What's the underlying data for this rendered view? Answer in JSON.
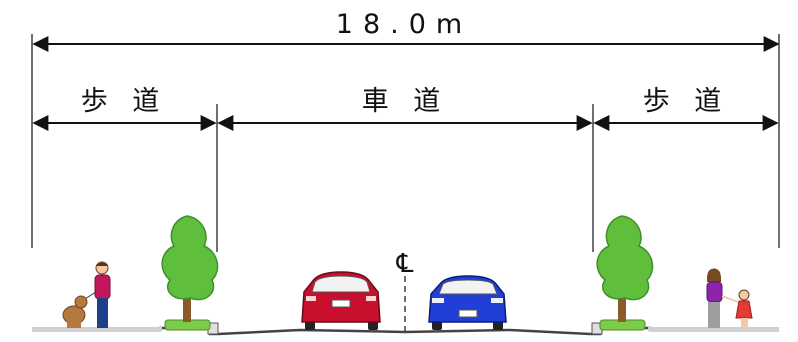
{
  "total_width": "18.0m",
  "segments": {
    "sidewalk_left": "歩 道",
    "roadway": "車 道",
    "sidewalk_right": "歩 道"
  },
  "centerline_symbol": "℄",
  "colors": {
    "line": "#111111",
    "tree_foliage": "#5fbf3c",
    "tree_trunk": "#8a5a2b",
    "planter": "#7ccc4a",
    "red_car": "#c8102e",
    "blue_car": "#1f3fd6",
    "person_shirt": "#c2185b",
    "person2_shirt": "#8e24aa",
    "child_dress": "#e53935",
    "dog": "#b5793e"
  }
}
